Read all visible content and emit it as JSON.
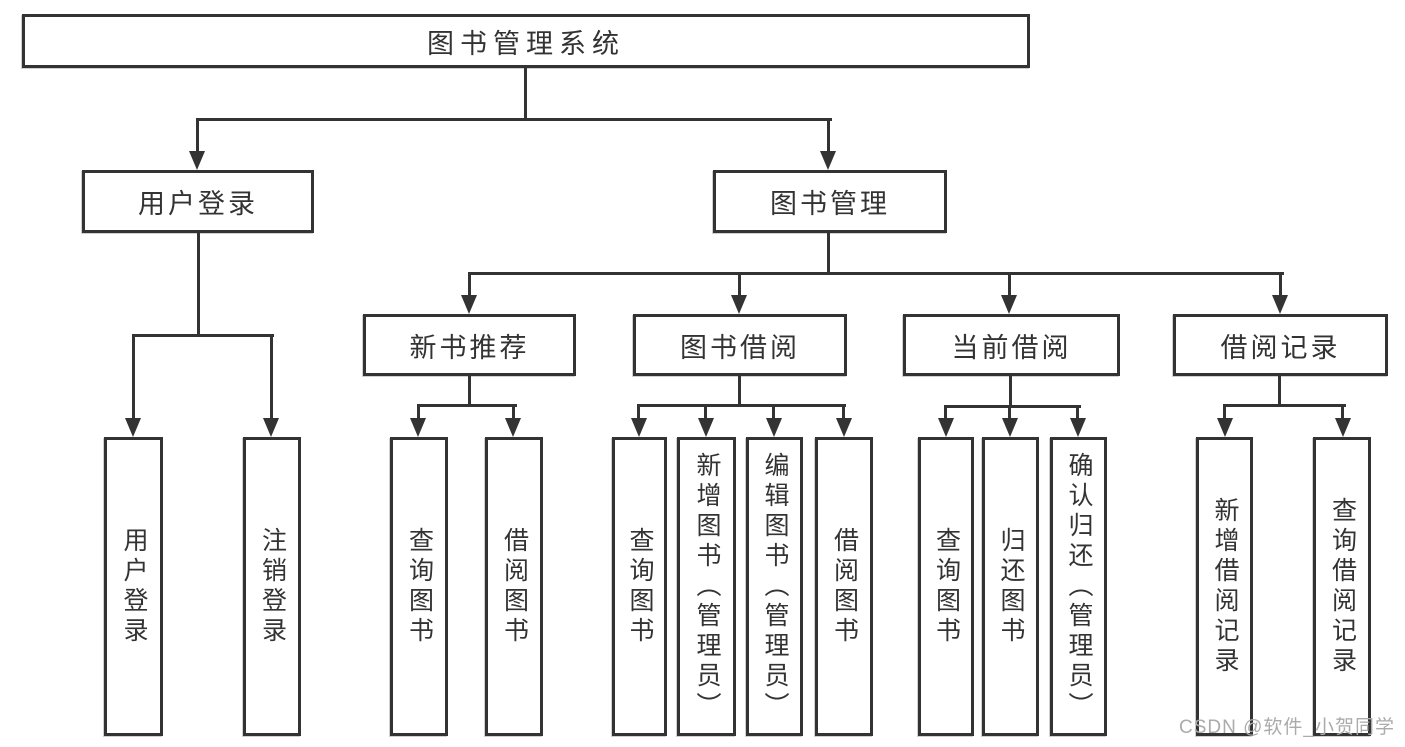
{
  "diagram_title": "图书管理系统",
  "tree": {
    "root": {
      "label": "图书管理系统",
      "children": [
        {
          "label": "用户登录",
          "children": [
            {
              "label": "用户登录"
            },
            {
              "label": "注销登录"
            }
          ]
        },
        {
          "label": "图书管理",
          "children": [
            {
              "label": "新书推荐",
              "children": [
                {
                  "label": "查询图书"
                },
                {
                  "label": "借阅图书"
                }
              ]
            },
            {
              "label": "图书借阅",
              "children": [
                {
                  "label": "查询图书"
                },
                {
                  "label": "新增图书（管理员）"
                },
                {
                  "label": "编辑图书（管理员）"
                },
                {
                  "label": "借阅图书"
                }
              ]
            },
            {
              "label": "当前借阅",
              "children": [
                {
                  "label": "查询图书"
                },
                {
                  "label": "归还图书"
                },
                {
                  "label": "确认归还（管理员）"
                }
              ]
            },
            {
              "label": "借阅记录",
              "children": [
                {
                  "label": "新增借阅记录"
                },
                {
                  "label": "查询借阅记录"
                }
              ]
            }
          ]
        }
      ]
    }
  },
  "watermark": {
    "text": "CSDN @软件_小贺同学"
  },
  "colors": {
    "line": "#333333",
    "text": "#333333",
    "background": "#ffffff",
    "watermark": "#ababab"
  }
}
